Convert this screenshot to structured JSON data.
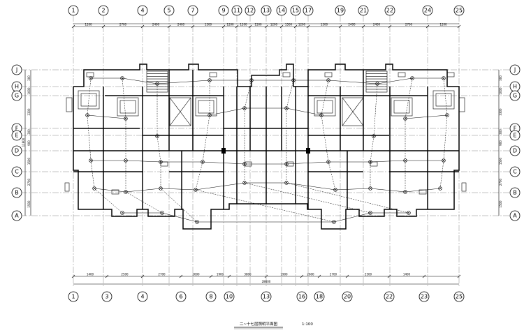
{
  "drawing": {
    "title": "二~十七层照明平面图",
    "scale": "1:100",
    "top_axes": [
      "1",
      "2",
      "4",
      "5",
      "7",
      "9",
      "11",
      "12",
      "13",
      "14",
      "15",
      "17",
      "19",
      "21",
      "22",
      "24",
      "25"
    ],
    "bottom_axes": [
      "1",
      "3",
      "4",
      "6",
      "8",
      "10",
      "13",
      "16",
      "18",
      "20",
      "22",
      "23",
      "25"
    ],
    "row_axes": [
      "J",
      "H",
      "G",
      "F",
      "E",
      "D",
      "C",
      "B",
      "A"
    ],
    "top_dims": [
      "1200",
      "2700",
      "2400",
      "2400",
      "1500",
      "1200",
      "1200",
      "1500",
      "1200",
      "1500",
      "1200",
      "1500",
      "2400",
      "2400",
      "2700",
      "1200"
    ],
    "bottom_dims": [
      "1400",
      "2500",
      "2700",
      "2600",
      "1900",
      "3800",
      "1900",
      "2600",
      "2700",
      "2500",
      "1400"
    ],
    "overall_dim": "28600",
    "left_dims": [
      "300",
      "1000",
      "3300",
      "300",
      "900",
      "1500",
      "2700",
      "1500"
    ],
    "left_total": "11600"
  }
}
